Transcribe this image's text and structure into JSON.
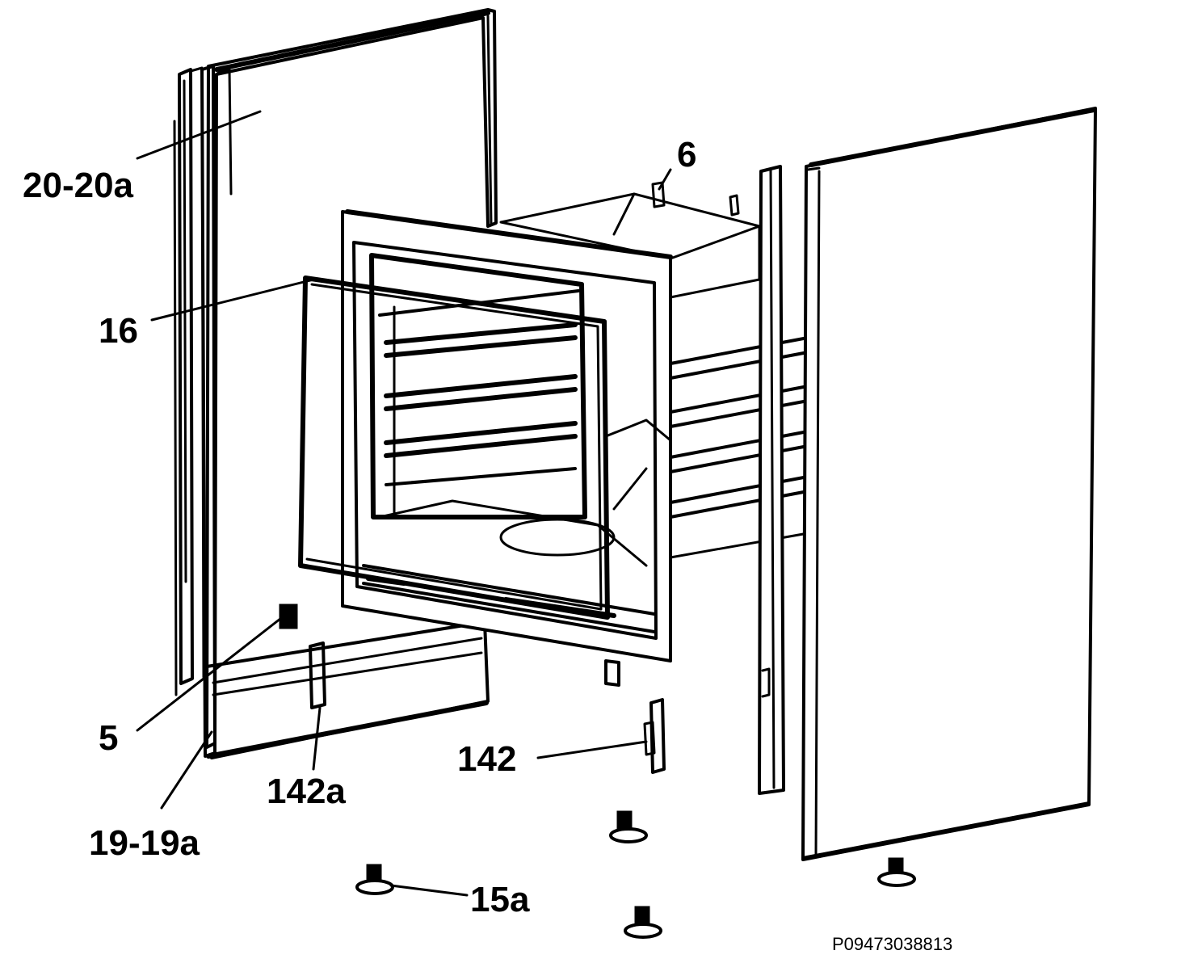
{
  "labels": {
    "l_20_20a": "20-20a",
    "l_6": "6",
    "l_16": "16",
    "l_5": "5",
    "l_142": "142",
    "l_142a": "142a",
    "l_19_19a": "19-19a",
    "l_15a": "15a"
  },
  "drawing_code": "P09473038813",
  "colors": {
    "ink": "#000000",
    "paper": "#ffffff"
  }
}
